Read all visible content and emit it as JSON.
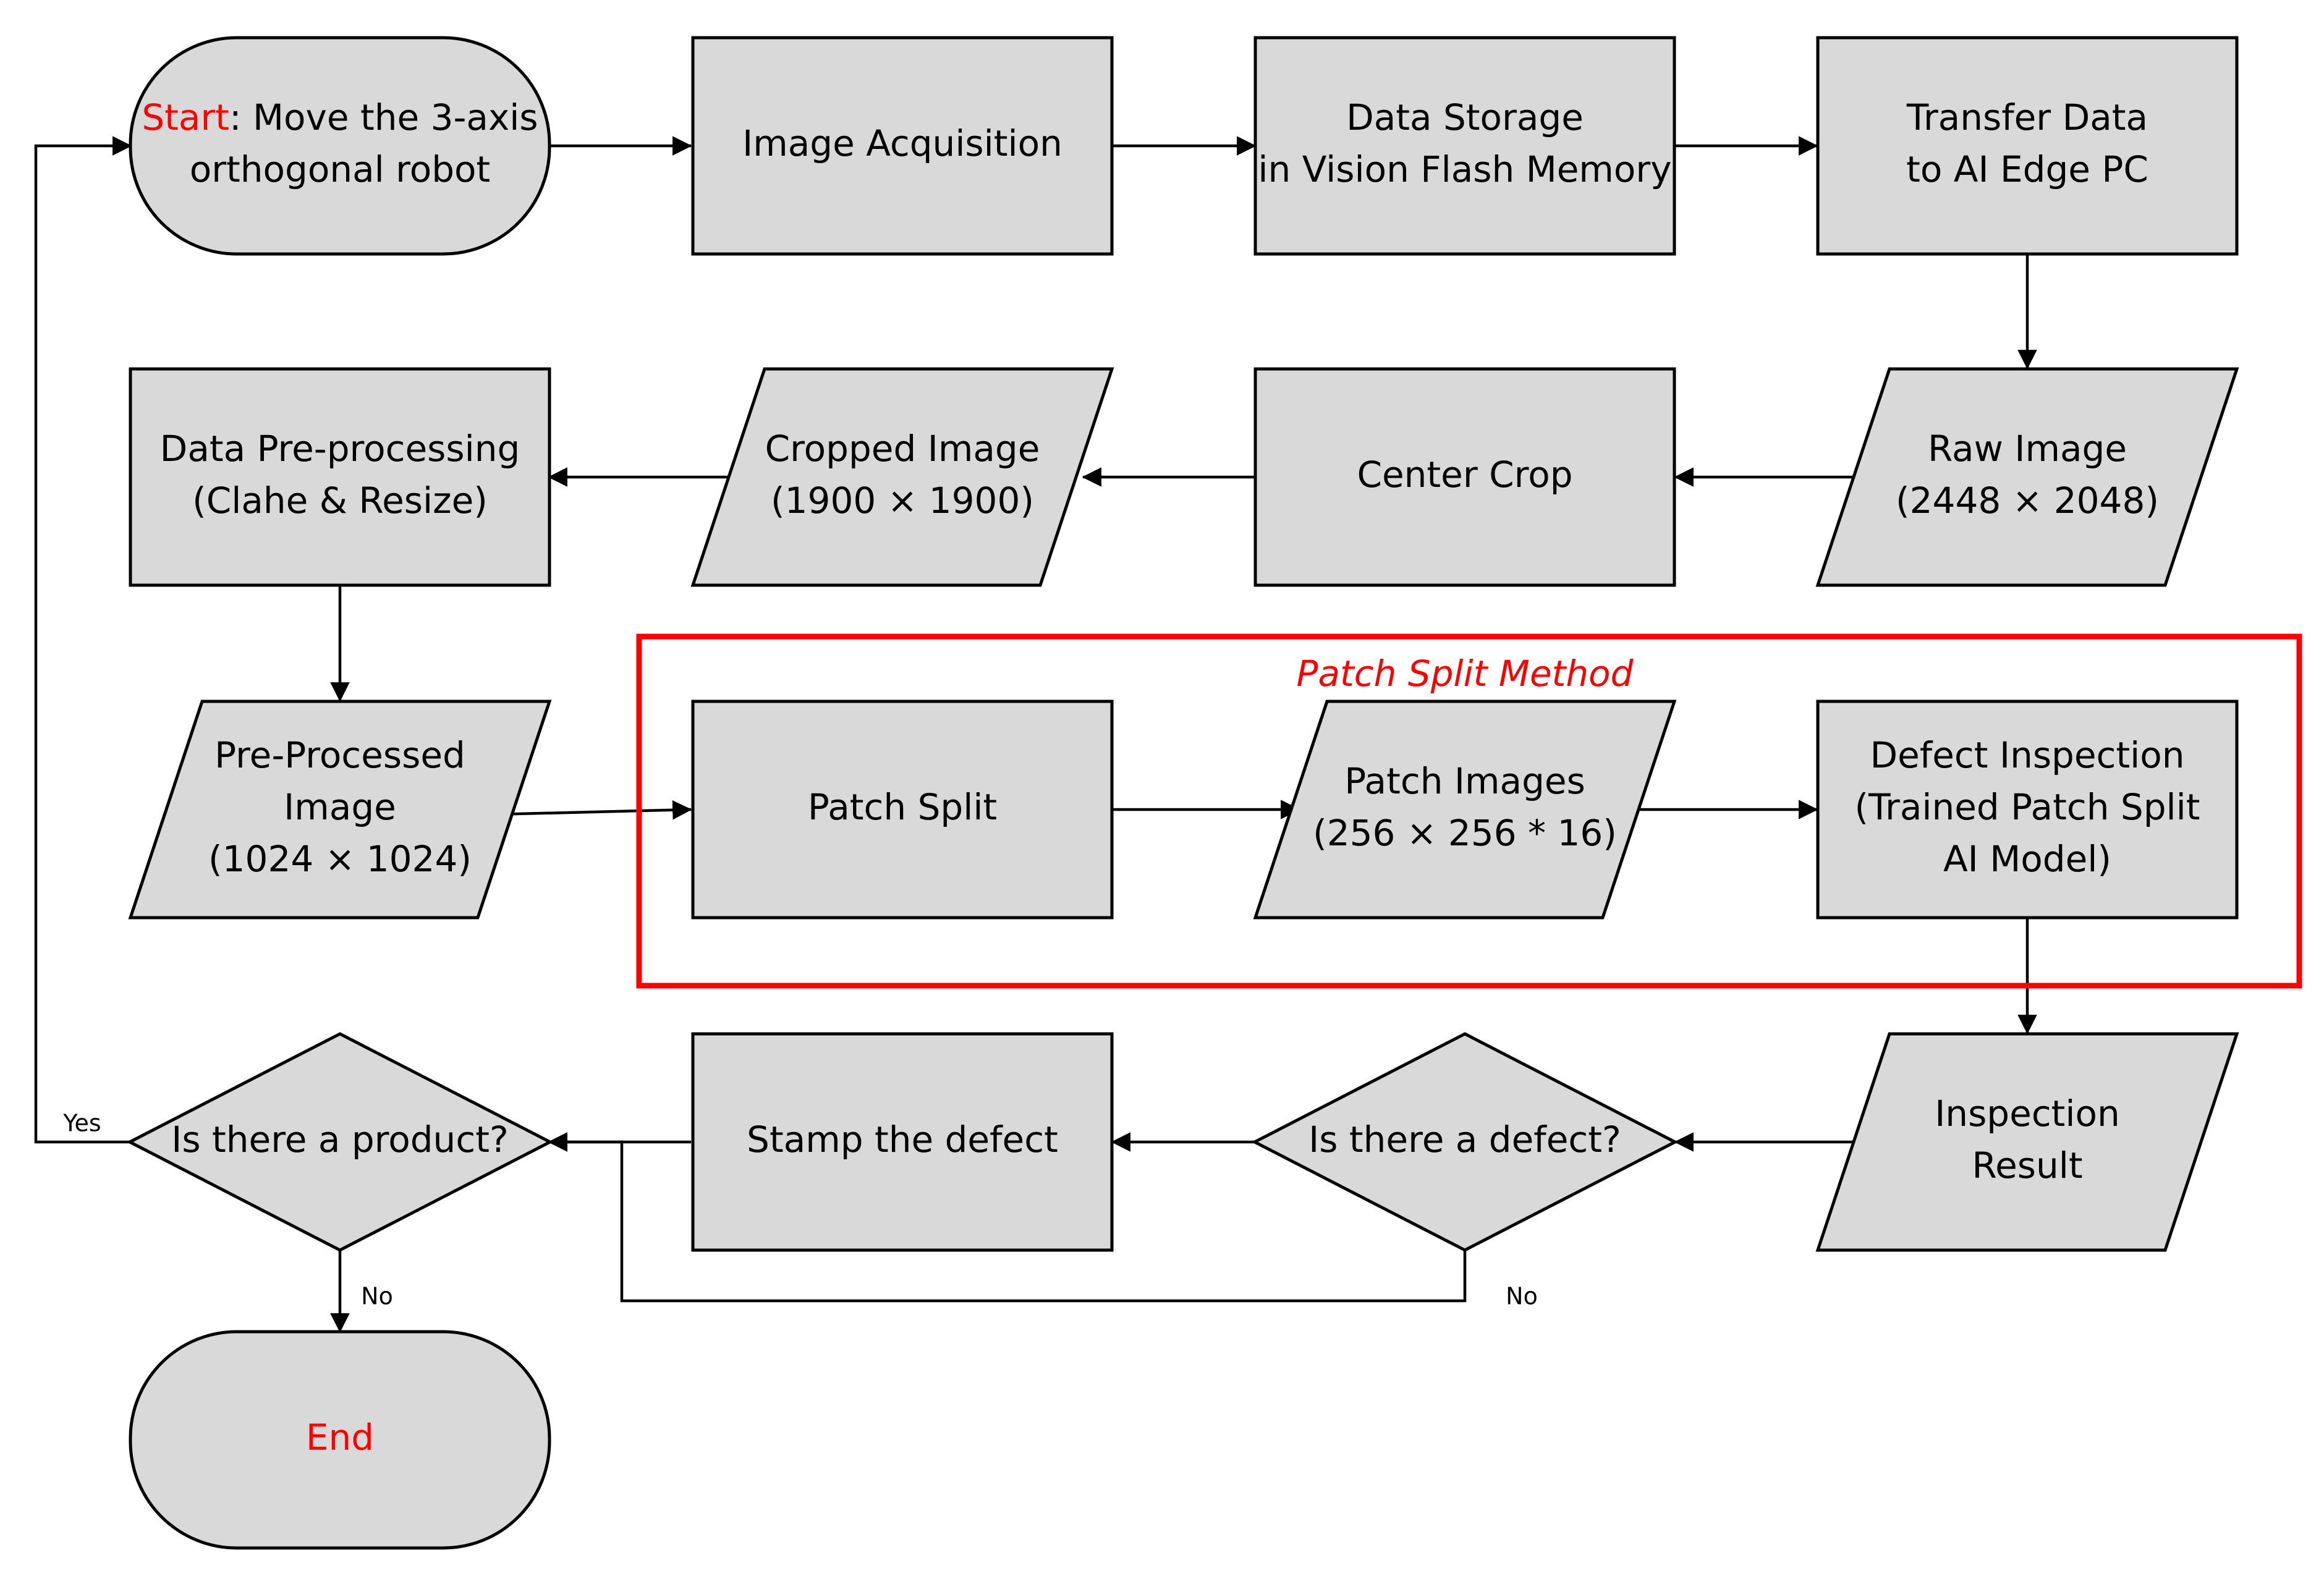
{
  "colors": {
    "node_fill": "#d9d9d9",
    "node_stroke": "#000000",
    "accent": "#ff0000",
    "background": "#ffffff"
  },
  "group": {
    "title": "Patch Split Method"
  },
  "nodes": {
    "start": {
      "shape": "terminal",
      "lines": [
        "Start: Move the 3-axis",
        "orthogonal robot"
      ],
      "highlight": "Start"
    },
    "image_acquisition": {
      "shape": "process",
      "lines": [
        "Image Acquisition"
      ]
    },
    "data_storage": {
      "shape": "process",
      "lines": [
        "Data Storage",
        "in Vision Flash Memory"
      ]
    },
    "transfer_data": {
      "shape": "process",
      "lines": [
        "Transfer Data",
        "to AI Edge PC"
      ]
    },
    "raw_image": {
      "shape": "data",
      "lines": [
        "Raw Image",
        "(2448 × 2048)"
      ]
    },
    "center_crop": {
      "shape": "process",
      "lines": [
        "Center Crop"
      ]
    },
    "cropped_image": {
      "shape": "data",
      "lines": [
        "Cropped Image",
        "(1900 × 1900)"
      ]
    },
    "data_preprocessing": {
      "shape": "process",
      "lines": [
        "Data Pre-processing",
        "(Clahe & Resize)"
      ]
    },
    "preprocessed_image": {
      "shape": "data",
      "lines": [
        "Pre-Processed",
        "Image",
        "(1024 × 1024)"
      ]
    },
    "patch_split": {
      "shape": "process",
      "lines": [
        "Patch Split"
      ]
    },
    "patch_images": {
      "shape": "data",
      "lines": [
        "Patch Images",
        "(256 × 256 * 16)"
      ]
    },
    "defect_inspection": {
      "shape": "process",
      "lines": [
        "Defect Inspection",
        "(Trained Patch Split",
        "AI Model)"
      ]
    },
    "inspection_result": {
      "shape": "data",
      "lines": [
        "Inspection",
        "Result"
      ]
    },
    "is_defect": {
      "shape": "decision",
      "lines": [
        "Is there a defect?"
      ]
    },
    "stamp_defect": {
      "shape": "process",
      "lines": [
        "Stamp the defect"
      ]
    },
    "is_product": {
      "shape": "decision",
      "lines": [
        "Is there a product?"
      ]
    },
    "end": {
      "shape": "terminal",
      "lines": [
        "End"
      ],
      "highlight": "End"
    }
  },
  "edges": [
    {
      "from": "start",
      "to": "image_acquisition"
    },
    {
      "from": "image_acquisition",
      "to": "data_storage"
    },
    {
      "from": "data_storage",
      "to": "transfer_data"
    },
    {
      "from": "transfer_data",
      "to": "raw_image"
    },
    {
      "from": "raw_image",
      "to": "center_crop"
    },
    {
      "from": "center_crop",
      "to": "cropped_image"
    },
    {
      "from": "cropped_image",
      "to": "data_preprocessing"
    },
    {
      "from": "data_preprocessing",
      "to": "preprocessed_image"
    },
    {
      "from": "preprocessed_image",
      "to": "patch_split"
    },
    {
      "from": "patch_split",
      "to": "patch_images"
    },
    {
      "from": "patch_images",
      "to": "defect_inspection"
    },
    {
      "from": "defect_inspection",
      "to": "inspection_result"
    },
    {
      "from": "inspection_result",
      "to": "is_defect"
    },
    {
      "from": "is_defect",
      "to": "stamp_defect"
    },
    {
      "from": "stamp_defect",
      "to": "is_product"
    },
    {
      "from": "is_defect",
      "to": "is_product",
      "label": "No"
    },
    {
      "from": "is_product",
      "to": "end",
      "label": "No"
    },
    {
      "from": "is_product",
      "to": "start",
      "label": "Yes"
    }
  ]
}
